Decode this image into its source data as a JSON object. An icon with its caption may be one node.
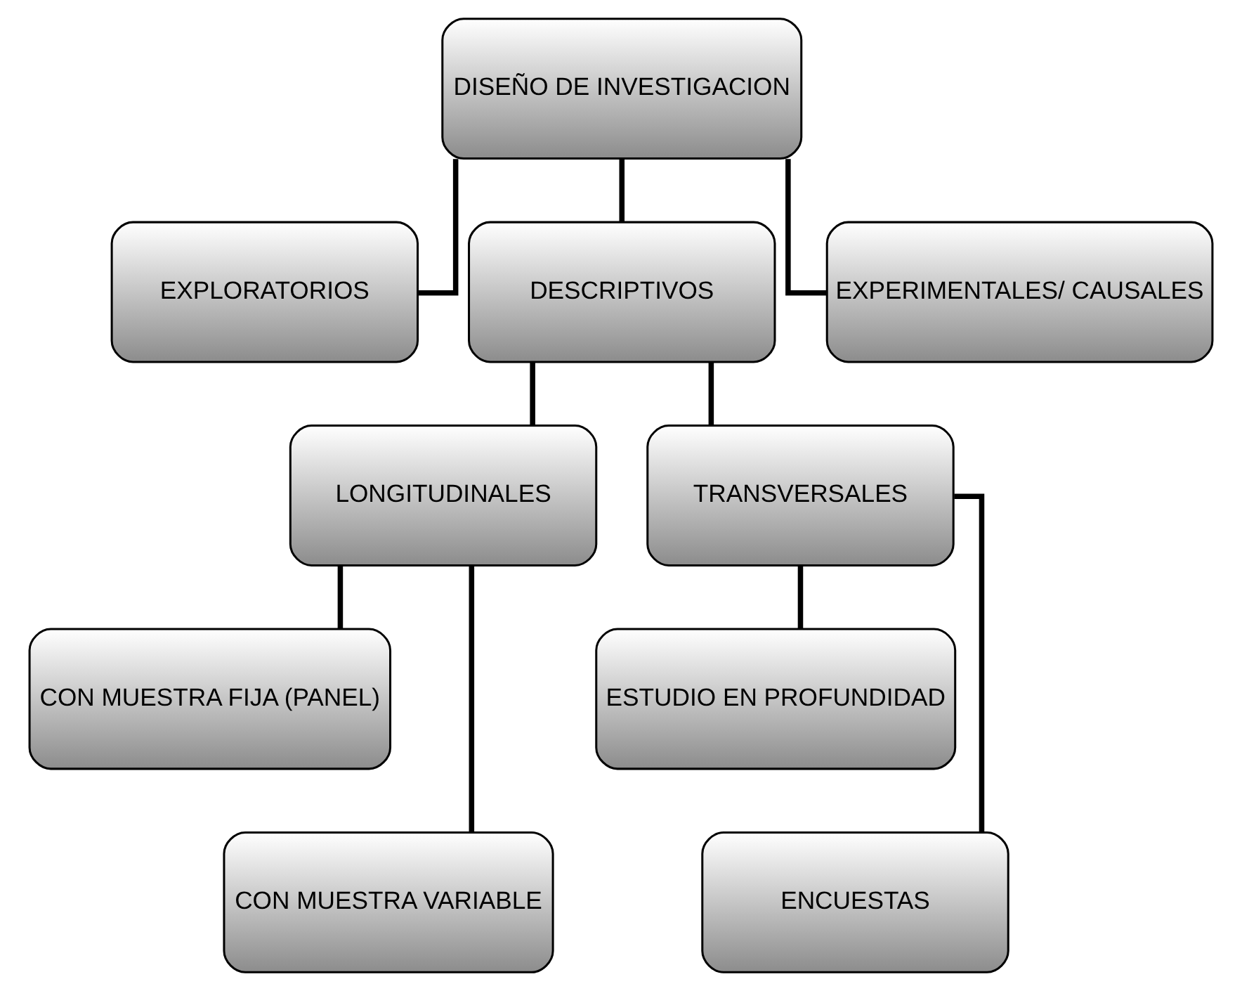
{
  "diagram": {
    "nodes": [
      {
        "text": [
          "DISEÑO DE INVESTIGACION"
        ]
      },
      {
        "text": [
          "EXPLORATORIOS"
        ]
      },
      {
        "text": [
          "DESCRIPTIVOS"
        ]
      },
      {
        "text": [
          "EXPERIMENTALES/ CAUSALES"
        ]
      },
      {
        "text": [
          "LONGITUDINALES"
        ]
      },
      {
        "text": [
          "TRANSVERSALES"
        ]
      },
      {
        "text": [
          "CON MUESTRA FIJA (PANEL)"
        ]
      },
      {
        "text": [
          "ESTUDIO EN PROFUNDIDAD"
        ]
      },
      {
        "text": [
          "CON MUESTRA VARIABLE"
        ]
      },
      {
        "text": [
          "ENCUESTAS"
        ]
      }
    ],
    "edges": [
      {
        "from": 0,
        "to": 1,
        "arrow": "none"
      },
      {
        "from": 0,
        "to": 2,
        "arrow": "none"
      },
      {
        "from": 0,
        "to": 3,
        "arrow": "none"
      },
      {
        "from": 2,
        "to": 4,
        "arrow": "none"
      },
      {
        "from": 2,
        "to": 5,
        "arrow": "none"
      },
      {
        "from": 4,
        "to": 6,
        "arrow": "none"
      },
      {
        "from": 4,
        "to": 8,
        "arrow": "none"
      },
      {
        "from": 5,
        "to": 7,
        "arrow": "none"
      },
      {
        "from": 5,
        "to": 9,
        "arrow": "none"
      }
    ]
  }
}
